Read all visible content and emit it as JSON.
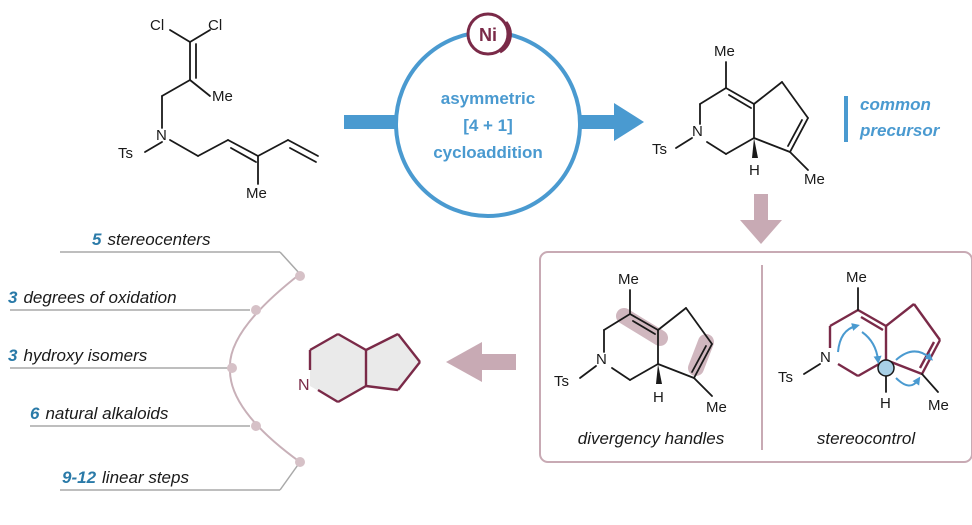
{
  "reagent": {
    "label": "asymmetric",
    "label2": "[4 + 1]",
    "label3": "cycloaddition",
    "catalyst": "Ni"
  },
  "precursor": {
    "line1": "common",
    "line2": "precursor"
  },
  "panels": {
    "left_caption": "divergency handles",
    "right_caption": "stereocontrol"
  },
  "list": [
    {
      "num": "5",
      "text": "stereocenters"
    },
    {
      "num": "3",
      "text": "degrees of oxidation"
    },
    {
      "num": "3",
      "text": "hydroxy isomers"
    },
    {
      "num": "6",
      "text": "natural alkaloids"
    },
    {
      "num": "9-12",
      "text": "linear steps"
    }
  ],
  "atoms": {
    "cl": "Cl",
    "me": "Me",
    "n": "N",
    "ts": "Ts",
    "h": "H"
  },
  "colors": {
    "blue": "#4a9ad0",
    "maroon": "#7a2a48",
    "pink": "#c8aab4"
  }
}
